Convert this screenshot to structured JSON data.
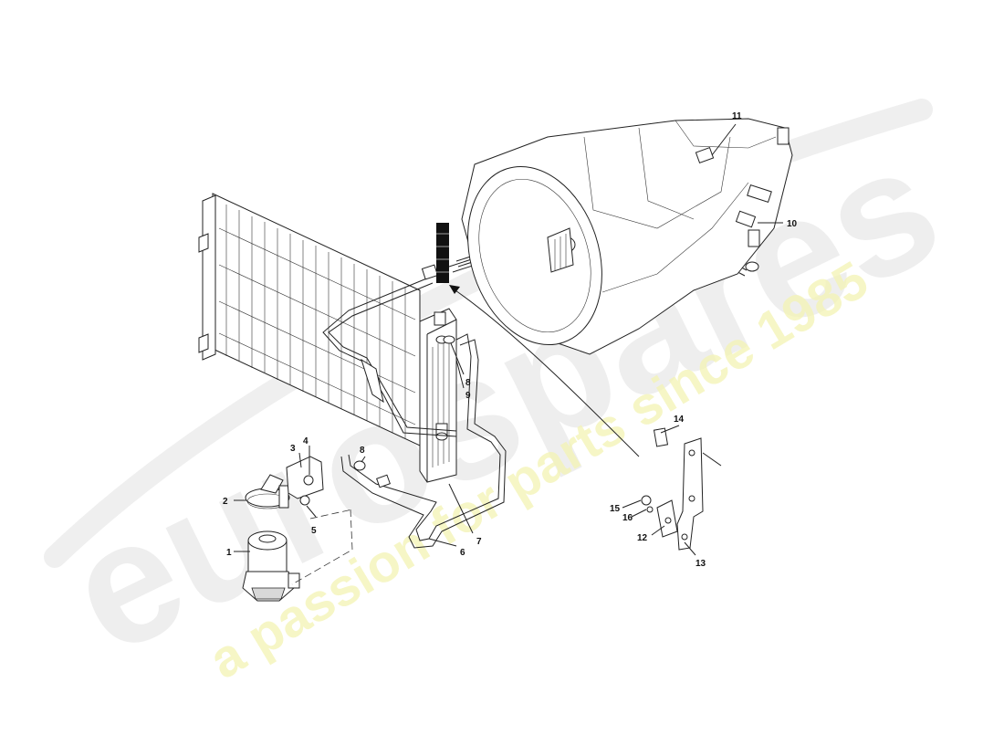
{
  "watermark": {
    "brand": "eurospares",
    "tagline": "a passion for parts since 1985",
    "brand_color": "#e6e6e6",
    "tagline_color": "#f3f3b0"
  },
  "callouts": [
    "1",
    "2",
    "3",
    "4",
    "5",
    "6",
    "7",
    "8",
    "8",
    "9",
    "10",
    "11",
    "12",
    "13",
    "14",
    "15",
    "16"
  ]
}
